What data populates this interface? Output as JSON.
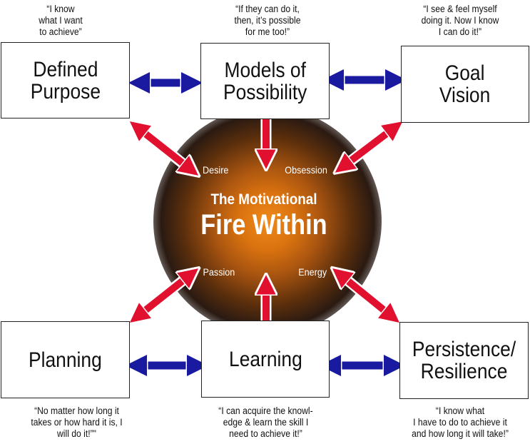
{
  "center": {
    "line1": "The Motivational",
    "line2": "Fire Within"
  },
  "nodes": {
    "defined_purpose": {
      "label": "Defined\nPurpose",
      "quote": "“I know\nwhat I want\nto achieve”"
    },
    "models_of_possibility": {
      "label": "Models of\nPossibility",
      "quote": "“If they can do it,\nthen, it’s possible\nfor me too!”"
    },
    "goal_vision": {
      "label": "Goal\nVision",
      "quote": "“I see & feel myself\ndoing it. Now I know\nI can do it!”"
    },
    "planning": {
      "label": "Planning",
      "quote": "“No matter how long it\ntakes or how hard it is, I\nwill do it!”\""
    },
    "learning": {
      "label": "Learning",
      "quote": "“I can acquire the knowl-\nedge & learn the skill I\nneed to achieve it!”"
    },
    "persistence": {
      "label": "Persistence/\nResilience",
      "quote": "“I know what\nI have to do to achieve it\nand how long it will take!”"
    }
  },
  "spokes": {
    "desire": "Desire",
    "obsession": "Obsession",
    "passion": "Passion",
    "energy": "Energy"
  },
  "colors": {
    "horizontal_arrow": "#1a1aa0",
    "diagonal_arrow": "#e0102e",
    "glow_core": "#f08a1a"
  }
}
